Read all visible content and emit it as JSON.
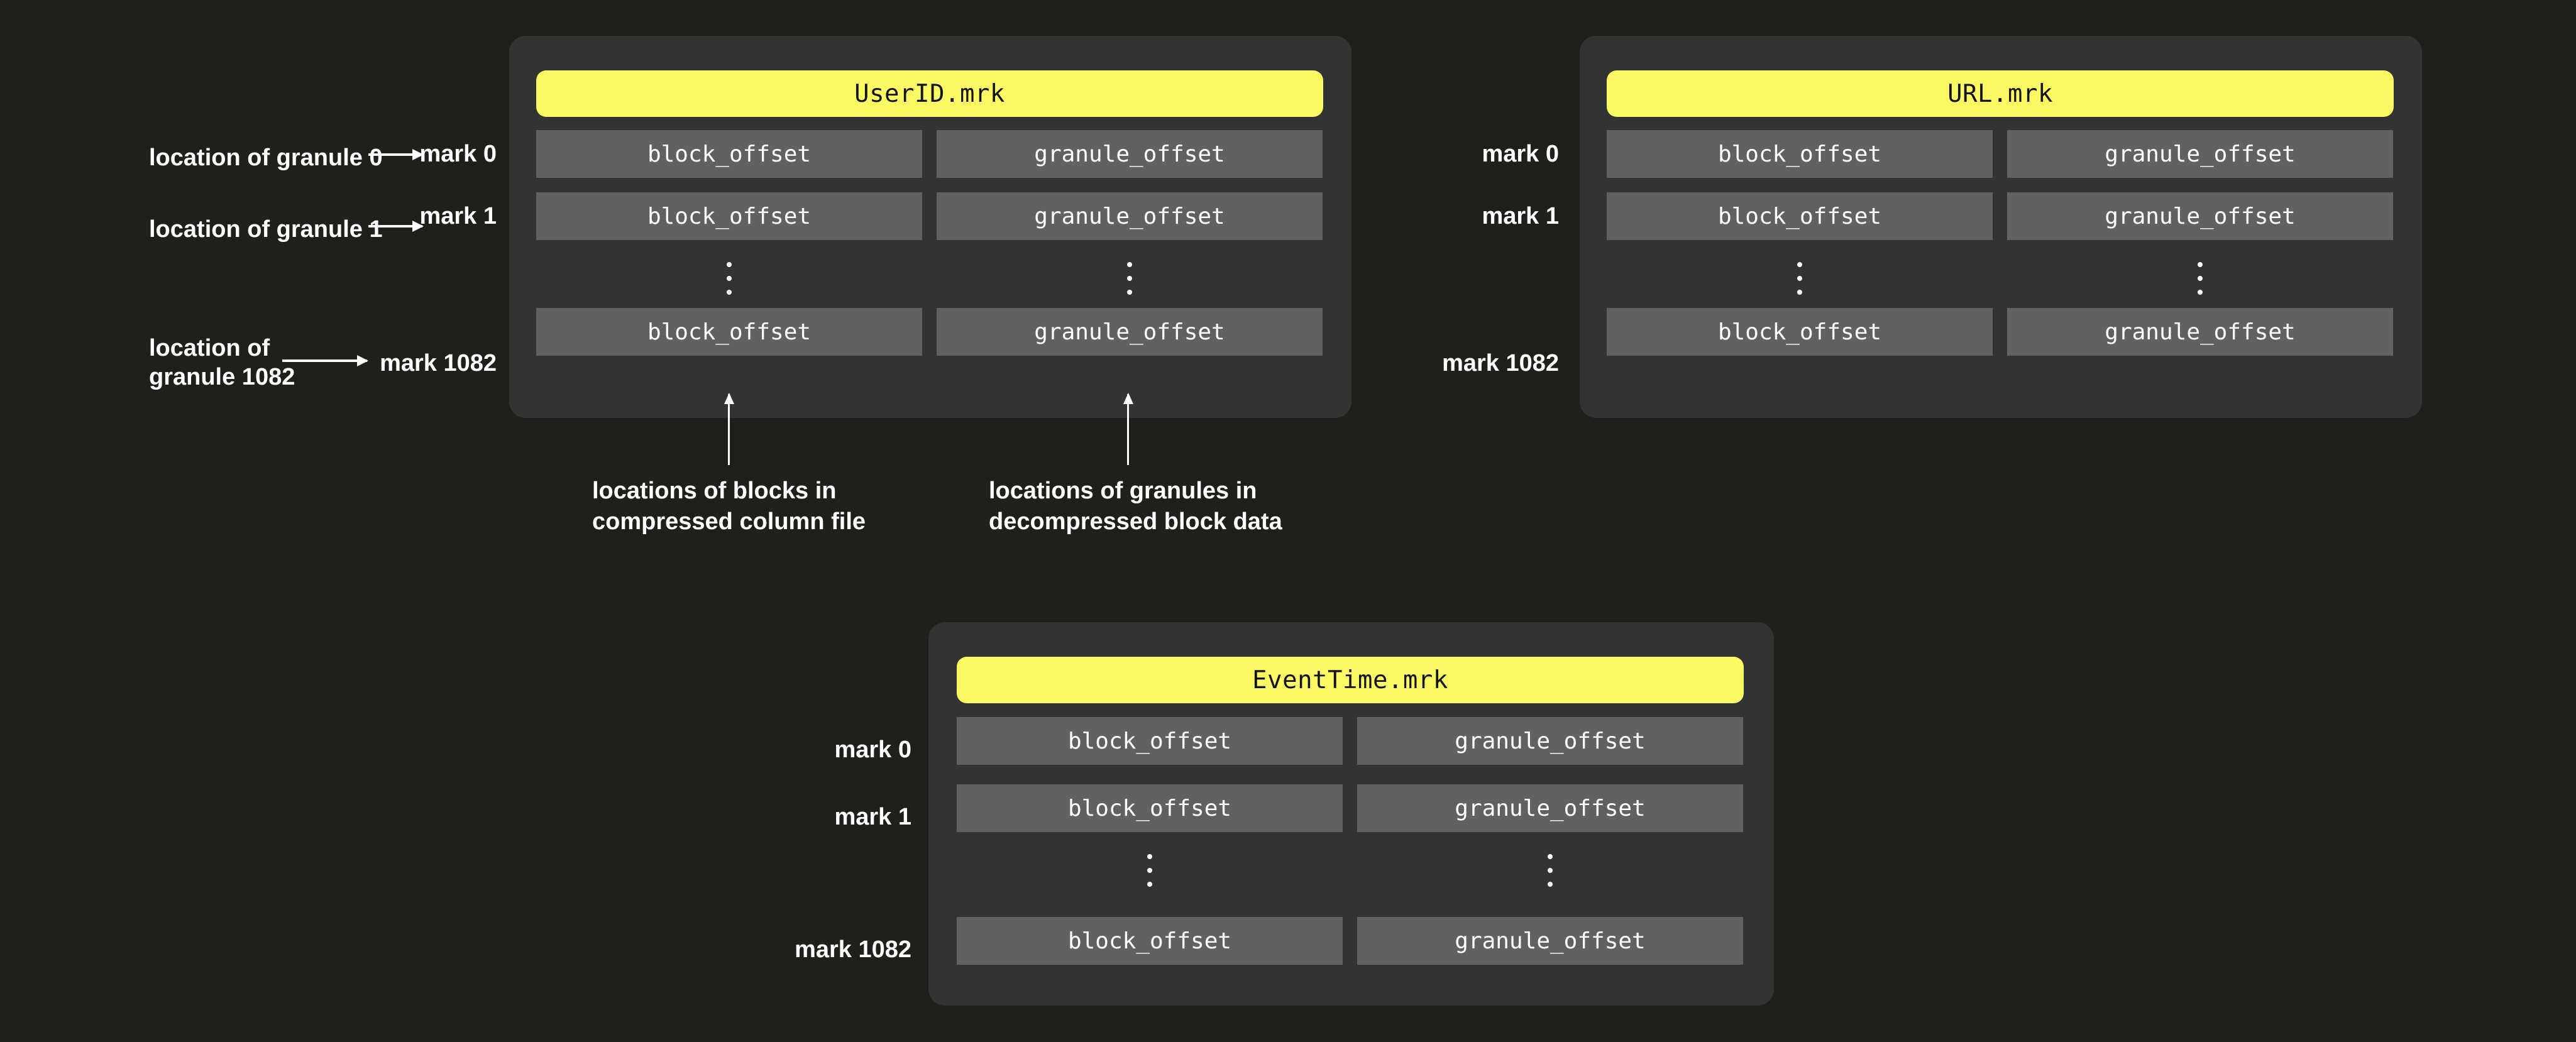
{
  "page": {
    "background_color": "#1f201c",
    "panel_color": "#333333",
    "cell_color": "#616161",
    "accent_color": "#faf964",
    "text_color": "#ffffff"
  },
  "panels": [
    {
      "id": "userid",
      "title": "UserID.mrk",
      "marks": [
        "mark 0",
        "mark 1",
        "mark 1082"
      ],
      "columns": [
        "block_offset",
        "granule_offset"
      ],
      "rows": [
        {
          "block_offset": "block_offset",
          "granule_offset": "granule_offset"
        },
        {
          "block_offset": "block_offset",
          "granule_offset": "granule_offset"
        },
        {
          "block_offset": "block_offset",
          "granule_offset": "granule_offset"
        }
      ],
      "ellipsis": "⋮"
    },
    {
      "id": "url",
      "title": "URL.mrk",
      "marks": [
        "mark 0",
        "mark 1",
        "mark 1082"
      ],
      "columns": [
        "block_offset",
        "granule_offset"
      ],
      "rows": [
        {
          "block_offset": "block_offset",
          "granule_offset": "granule_offset"
        },
        {
          "block_offset": "block_offset",
          "granule_offset": "granule_offset"
        },
        {
          "block_offset": "block_offset",
          "granule_offset": "granule_offset"
        }
      ],
      "ellipsis": "⋮"
    },
    {
      "id": "eventtime",
      "title": "EventTime.mrk",
      "marks": [
        "mark 0",
        "mark 1",
        "mark 1082"
      ],
      "columns": [
        "block_offset",
        "granule_offset"
      ],
      "rows": [
        {
          "block_offset": "block_offset",
          "granule_offset": "granule_offset"
        },
        {
          "block_offset": "block_offset",
          "granule_offset": "granule_offset"
        },
        {
          "block_offset": "block_offset",
          "granule_offset": "granule_offset"
        }
      ],
      "ellipsis": "⋮"
    }
  ],
  "annotations": {
    "granule_0": "location of granule 0",
    "granule_1": "location of granule 1",
    "granule_1082": "location of\ngranule 1082",
    "blocks_caption": "locations of blocks in\ncompressed column file",
    "granules_caption": "locations of granules in\ndecompressed block data"
  }
}
